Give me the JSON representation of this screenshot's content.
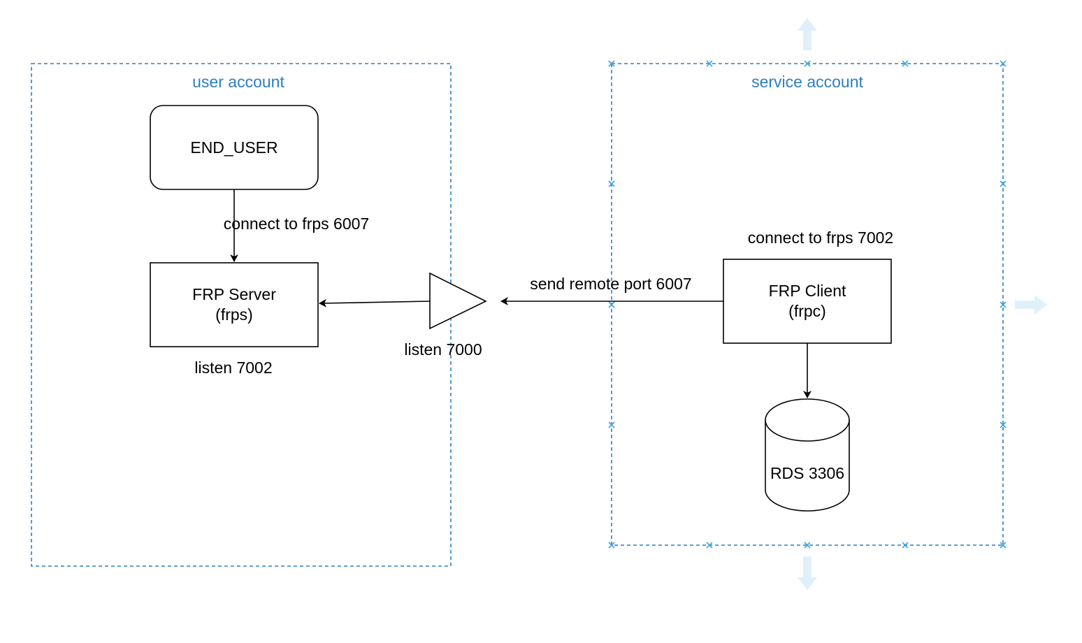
{
  "groups": {
    "user": {
      "title": "user account"
    },
    "service": {
      "title": "service account"
    }
  },
  "nodes": {
    "end_user": {
      "label": "END_USER"
    },
    "frp_server": {
      "line1": "FRP Server",
      "line2": "(frps)"
    },
    "frp_client": {
      "line1": "FRP Client",
      "line2": "(frpc)"
    },
    "rds": {
      "label": "RDS 3306"
    }
  },
  "edge_labels": {
    "connect_6007": "connect to frps 6007",
    "connect_7002": "connect to frps 7002",
    "send_remote": "send remote port 6007",
    "listen_7000": "listen 7000",
    "listen_7002": "listen 7002"
  },
  "colors": {
    "group_border": "#2d7fc1",
    "group_title": "#2d7fc1",
    "stroke": "#000000",
    "selection_handle": "#3fa3e0",
    "expand_arrow": "#dff0fb"
  }
}
